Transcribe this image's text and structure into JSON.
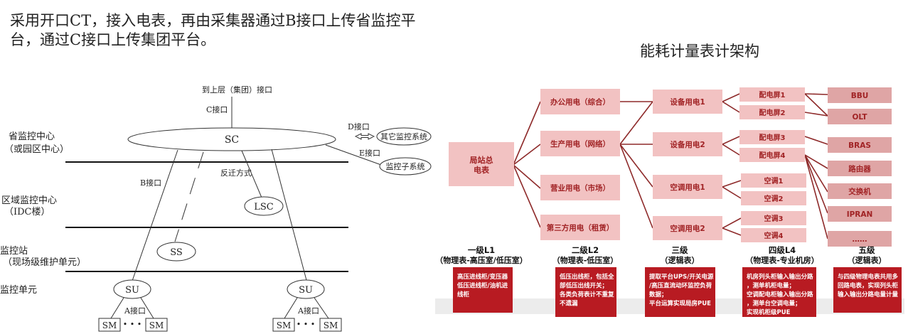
{
  "heading": "采用开口CT，接入电表，再由采集器通过B接口上传省监控平台，通过C接口上传集团平台。",
  "arch_title": "能耗计量表计架构",
  "left": {
    "top_link": "到上层（集团）接口",
    "c_interface": "C接口",
    "sc": "SC",
    "d_interface": "D接口",
    "other_system": "其它监控系统",
    "e_interface": "E接口",
    "sub_system": "监控子系统",
    "b_interface": "B接口",
    "reverse": "反迁方式",
    "lsc": "LSC",
    "ss": "SS",
    "su": "SU",
    "sm": "SM",
    "dots": "• • •",
    "a_interface": "A接口",
    "levels": [
      {
        "l1": "省监控中心",
        "l2": "（或园区中心）"
      },
      {
        "l1": "区域监控中心",
        "l2": "（IDC楼）"
      },
      {
        "l1": "监控站",
        "l2": "（现场级维护单元）"
      },
      {
        "l1": "监控单元",
        "l2": ""
      }
    ]
  },
  "right": {
    "root": [
      "局站总",
      "电表"
    ],
    "l2": [
      "办公用电（综合）",
      "生产用电（网络）",
      "营业用电（市场）",
      "第三方用电（租赁）"
    ],
    "l3": [
      "设备用电1",
      "设备用电2",
      "空调用电1",
      "空调用电2"
    ],
    "l4": [
      "配电屏1",
      "配电屏2",
      "配电屏3",
      "配电屏4",
      "空调1",
      "空调2",
      "空调3",
      "空调4"
    ],
    "l5": [
      "BBU",
      "OLT",
      "BRAS",
      "路由器",
      "交换机",
      "IPRAN",
      "……"
    ],
    "levels": [
      {
        "t1": "一级L1",
        "t2": "（物理表-高压室/低压室）",
        "desc": [
          "高压进线柜/变压器",
          "低压进线柜/油机进",
          "线柜"
        ]
      },
      {
        "t1": "二级L2",
        "t2": "（物理表-低压室）",
        "desc": [
          "低压出线柜，包括全",
          "部低压出线开关；",
          "各类负荷表计不重复",
          "不遗漏"
        ]
      },
      {
        "t1": "三级",
        "t2": "（逻辑表）",
        "desc": [
          "提取平台UPS/开关电源",
          "/高压直流动环监控负荷",
          "数据；",
          "平台运算实现局房PUE"
        ]
      },
      {
        "t1": "四级L4",
        "t2": "（物理表-专业机房）",
        "desc": [
          "机房列头柜输入输出分路",
          "，测单机柜电量；",
          "空调配电柜输入输出分路",
          "，测单台空调电量；",
          "实现机柜级PUE"
        ]
      },
      {
        "t1": "五级",
        "t2": "（逻辑表）",
        "desc": [
          "与四级物理电表共用多",
          "回路电表，实现列头柜",
          "输入输出分路电量计量"
        ]
      }
    ],
    "colors": {
      "box": "#f2c2c2",
      "line": "#8e2a2a",
      "desc_bg": "#b81b22",
      "box_text": "#a12325",
      "l5_box": "#dfa5a5"
    }
  }
}
